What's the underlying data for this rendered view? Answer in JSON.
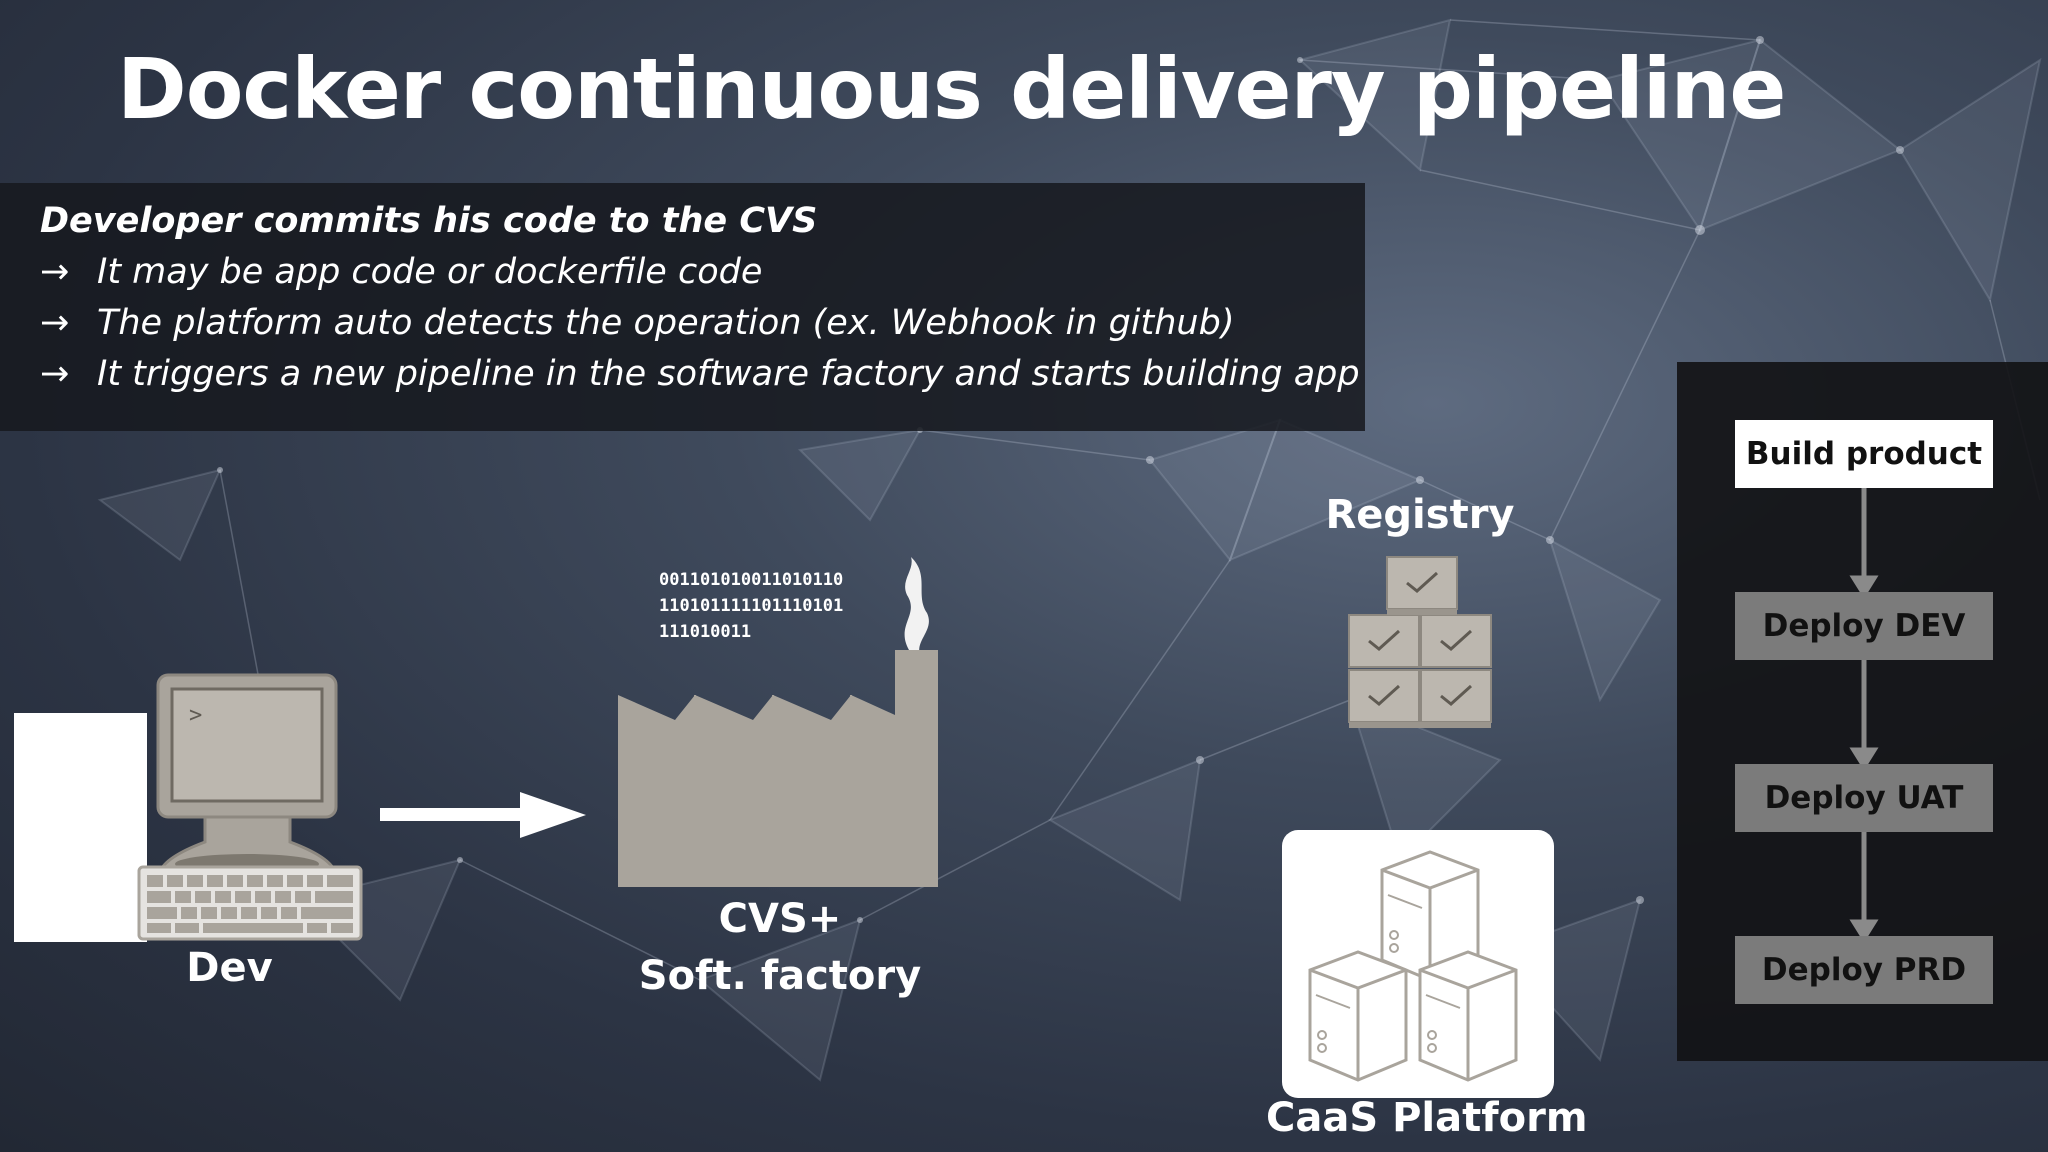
{
  "title": "Docker continuous delivery pipeline",
  "notes": {
    "heading": "Developer commits his code to the CVS",
    "bullet_icon": "right-arrow-icon",
    "bullet_glyph": "→",
    "bullets": [
      "It may be app code or dockerfile code",
      "The platform auto detects the operation (ex. Webhook in github)",
      "It triggers a new pipeline in the software factory and starts building app"
    ]
  },
  "nodes": {
    "dev": "Dev",
    "factory_line1": "CVS+",
    "factory_line2": "Soft. factory",
    "registry": "Registry",
    "caas": "CaaS Platform"
  },
  "binary_lines": [
    "001101010011010110",
    "110101111101110101",
    "111010011"
  ],
  "terminal_prompt": ">",
  "pipeline": {
    "stages": [
      "Build product",
      "Deploy DEV",
      "Deploy UAT",
      "Deploy PRD"
    ]
  },
  "colors": {
    "icon_gray": "#a9a49c",
    "stage_active": "#ffffff",
    "stage_inactive": "#7b7b7b"
  }
}
